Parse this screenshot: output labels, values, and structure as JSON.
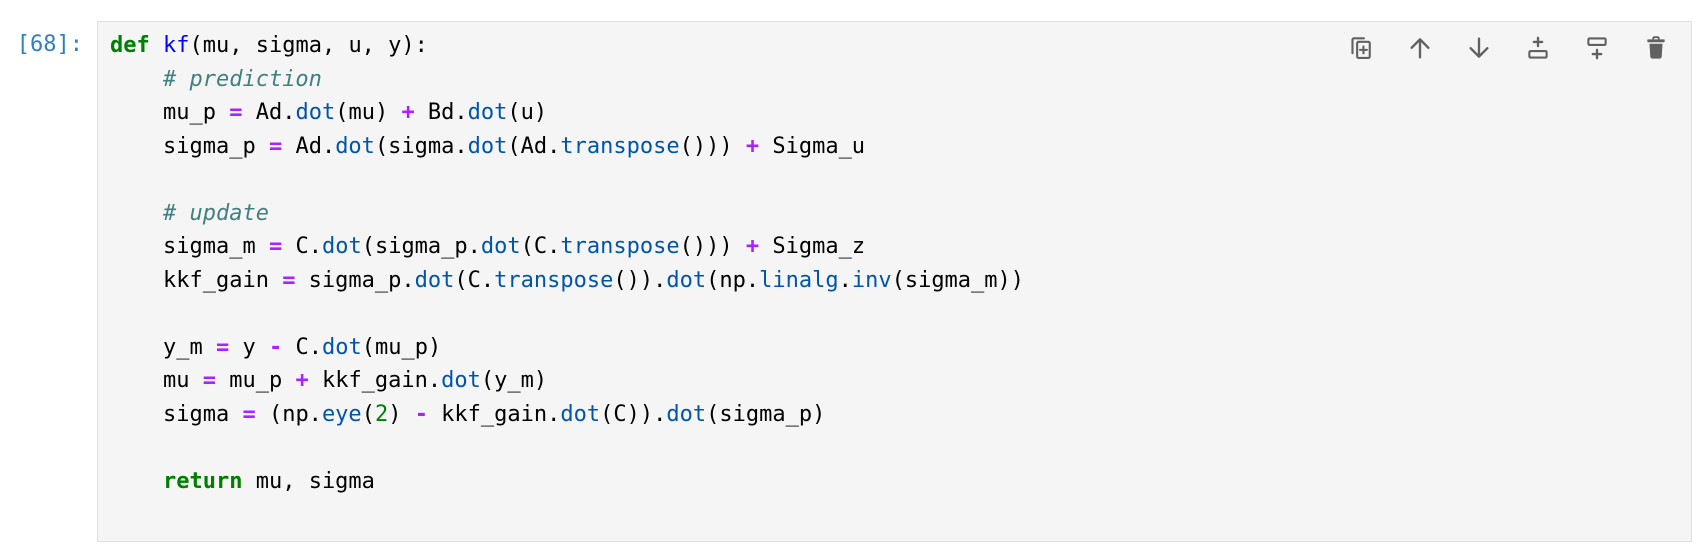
{
  "app": {
    "name": "jupyter-notebook-cell"
  },
  "colors": {
    "page_background": "#ffffff",
    "editor_background": "#f5f5f5",
    "editor_border": "#e0e0e0",
    "prompt_text": "#307fc1",
    "icon": "#616161",
    "token_keyword": "#008000",
    "token_function": "#0000ff",
    "token_comment": "#408080",
    "token_operator": "#aa22ff",
    "token_property": "#0055aa",
    "token_number": "#008000",
    "token_plain": "#000000"
  },
  "cell": {
    "execution_count": "[68]:",
    "language": "python",
    "toolbar": {
      "buttons": [
        {
          "name": "duplicate-cell",
          "icon": "duplicate-cell-icon",
          "glyph": "⧉"
        },
        {
          "name": "move-cell-up",
          "icon": "arrow-up-icon",
          "glyph": "↑"
        },
        {
          "name": "move-cell-down",
          "icon": "arrow-down-icon",
          "glyph": "↓"
        },
        {
          "name": "insert-cell-above",
          "icon": "insert-above-icon",
          "glyph": "+▭"
        },
        {
          "name": "insert-cell-below",
          "icon": "insert-below-icon",
          "glyph": "▭+"
        },
        {
          "name": "delete-cell",
          "icon": "trash-icon",
          "glyph": "🗑"
        }
      ]
    },
    "code_text": "def kf(mu, sigma, u, y):\n    # prediction\n    mu_p = Ad.dot(mu) + Bd.dot(u)\n    sigma_p = Ad.dot(sigma.dot(Ad.transpose())) + Sigma_u\n\n    # update\n    sigma_m = C.dot(sigma_p.dot(C.transpose())) + Sigma_z\n    kkf_gain = sigma_p.dot(C.transpose()).dot(np.linalg.inv(sigma_m))\n\n    y_m = y - C.dot(mu_p)\n    mu = mu_p + kkf_gain.dot(y_m)\n    sigma = (np.eye(2) - kkf_gain.dot(C)).dot(sigma_p)\n\n    return mu, sigma",
    "code_lines": [
      [
        [
          "kw",
          "def"
        ],
        [
          "pl",
          " "
        ],
        [
          "fn",
          "kf"
        ],
        [
          "pl",
          "(mu, sigma, u, y):"
        ]
      ],
      [
        [
          "pl",
          "    "
        ],
        [
          "cm",
          "# prediction"
        ]
      ],
      [
        [
          "pl",
          "    mu_p "
        ],
        [
          "op",
          "="
        ],
        [
          "pl",
          " Ad."
        ],
        [
          "prop",
          "dot"
        ],
        [
          "pl",
          "(mu) "
        ],
        [
          "op",
          "+"
        ],
        [
          "pl",
          " Bd."
        ],
        [
          "prop",
          "dot"
        ],
        [
          "pl",
          "(u)"
        ]
      ],
      [
        [
          "pl",
          "    sigma_p "
        ],
        [
          "op",
          "="
        ],
        [
          "pl",
          " Ad."
        ],
        [
          "prop",
          "dot"
        ],
        [
          "pl",
          "(sigma."
        ],
        [
          "prop",
          "dot"
        ],
        [
          "pl",
          "(Ad."
        ],
        [
          "prop",
          "transpose"
        ],
        [
          "pl",
          "())) "
        ],
        [
          "op",
          "+"
        ],
        [
          "pl",
          " Sigma_u"
        ]
      ],
      [],
      [
        [
          "pl",
          "    "
        ],
        [
          "cm",
          "# update"
        ]
      ],
      [
        [
          "pl",
          "    sigma_m "
        ],
        [
          "op",
          "="
        ],
        [
          "pl",
          " C."
        ],
        [
          "prop",
          "dot"
        ],
        [
          "pl",
          "(sigma_p."
        ],
        [
          "prop",
          "dot"
        ],
        [
          "pl",
          "(C."
        ],
        [
          "prop",
          "transpose"
        ],
        [
          "pl",
          "())) "
        ],
        [
          "op",
          "+"
        ],
        [
          "pl",
          " Sigma_z"
        ]
      ],
      [
        [
          "pl",
          "    kkf_gain "
        ],
        [
          "op",
          "="
        ],
        [
          "pl",
          " sigma_p."
        ],
        [
          "prop",
          "dot"
        ],
        [
          "pl",
          "(C."
        ],
        [
          "prop",
          "transpose"
        ],
        [
          "pl",
          "())."
        ],
        [
          "prop",
          "dot"
        ],
        [
          "pl",
          "(np."
        ],
        [
          "prop",
          "linalg"
        ],
        [
          "pl",
          "."
        ],
        [
          "prop",
          "inv"
        ],
        [
          "pl",
          "(sigma_m))"
        ]
      ],
      [],
      [
        [
          "pl",
          "    y_m "
        ],
        [
          "op",
          "="
        ],
        [
          "pl",
          " y "
        ],
        [
          "op",
          "-"
        ],
        [
          "pl",
          " C."
        ],
        [
          "prop",
          "dot"
        ],
        [
          "pl",
          "(mu_p)"
        ]
      ],
      [
        [
          "pl",
          "    mu "
        ],
        [
          "op",
          "="
        ],
        [
          "pl",
          " mu_p "
        ],
        [
          "op",
          "+"
        ],
        [
          "pl",
          " kkf_gain."
        ],
        [
          "prop",
          "dot"
        ],
        [
          "pl",
          "(y_m)"
        ]
      ],
      [
        [
          "pl",
          "    sigma "
        ],
        [
          "op",
          "="
        ],
        [
          "pl",
          " (np."
        ],
        [
          "prop",
          "eye"
        ],
        [
          "pl",
          "("
        ],
        [
          "num",
          "2"
        ],
        [
          "pl",
          ") "
        ],
        [
          "op",
          "-"
        ],
        [
          "pl",
          " kkf_gain."
        ],
        [
          "prop",
          "dot"
        ],
        [
          "pl",
          "(C))."
        ],
        [
          "prop",
          "dot"
        ],
        [
          "pl",
          "(sigma_p)"
        ]
      ],
      [],
      [
        [
          "pl",
          "    "
        ],
        [
          "kw",
          "return"
        ],
        [
          "pl",
          " mu, sigma"
        ]
      ]
    ]
  }
}
